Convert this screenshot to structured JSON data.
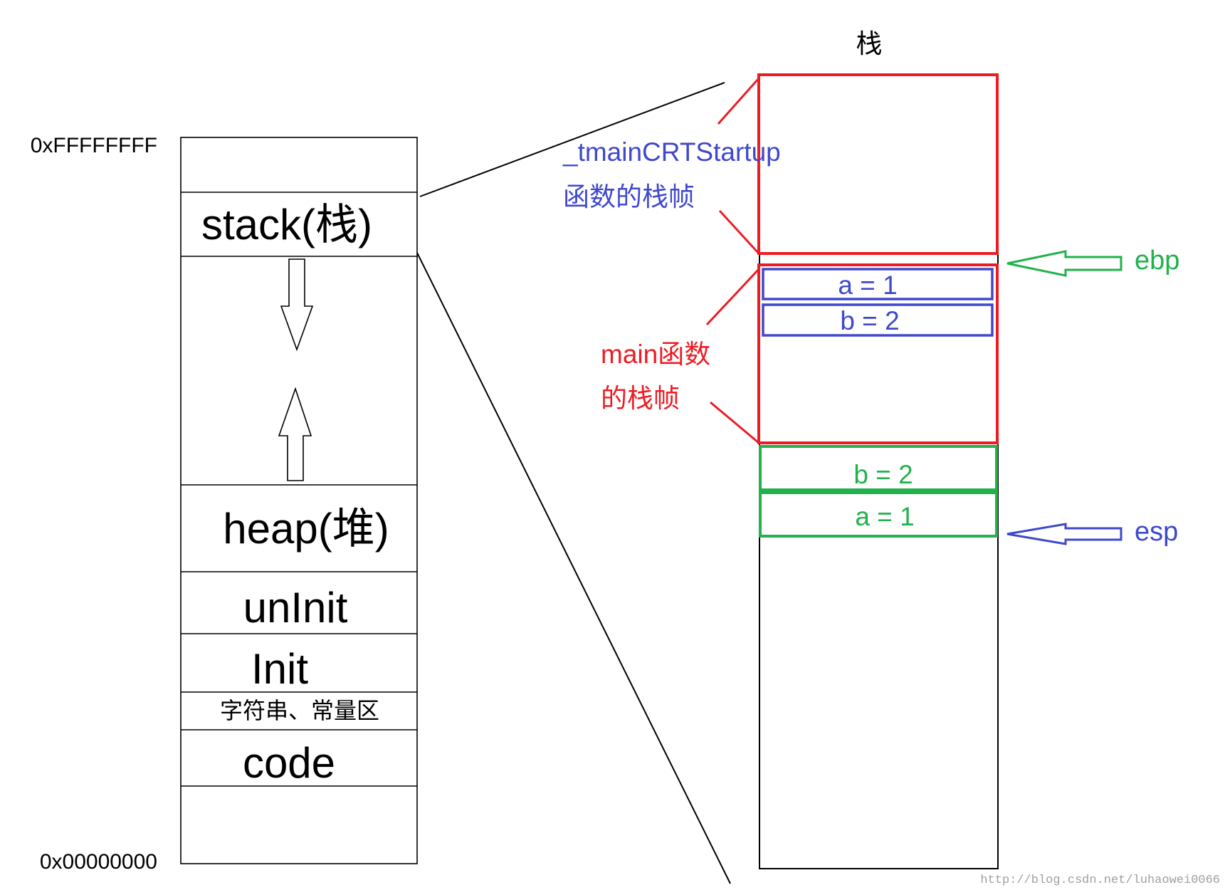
{
  "memory_layout": {
    "top_address": "0xFFFFFFFF",
    "bottom_address": "0x00000000",
    "segments": {
      "stack": "stack(栈)",
      "heap": "heap(堆)",
      "uninit": "unInit",
      "init": "Init",
      "string_const": "字符串、常量区",
      "code": "code"
    },
    "stack_growth": "down-arrow",
    "heap_growth": "up-arrow"
  },
  "stack_view": {
    "title": "栈",
    "caller_frame": {
      "label_line1": "_tmainCRTStartup",
      "label_line2": "函数的栈帧"
    },
    "main_frame": {
      "label_line1": "main函数",
      "label_line2": "的栈帧",
      "locals": [
        "a = 1",
        "b = 2"
      ]
    },
    "pushed": [
      "b = 2",
      "a = 1"
    ],
    "ebp_label": "ebp",
    "esp_label": "esp"
  },
  "watermark": "http://blog.csdn.net/luhaowei0066",
  "colors": {
    "frame_red": "#ED1C24",
    "var_blue": "#3F48CC",
    "push_green": "#22B14C",
    "outline_black": "#000000",
    "watermark_gray": "#A0A0A0"
  }
}
